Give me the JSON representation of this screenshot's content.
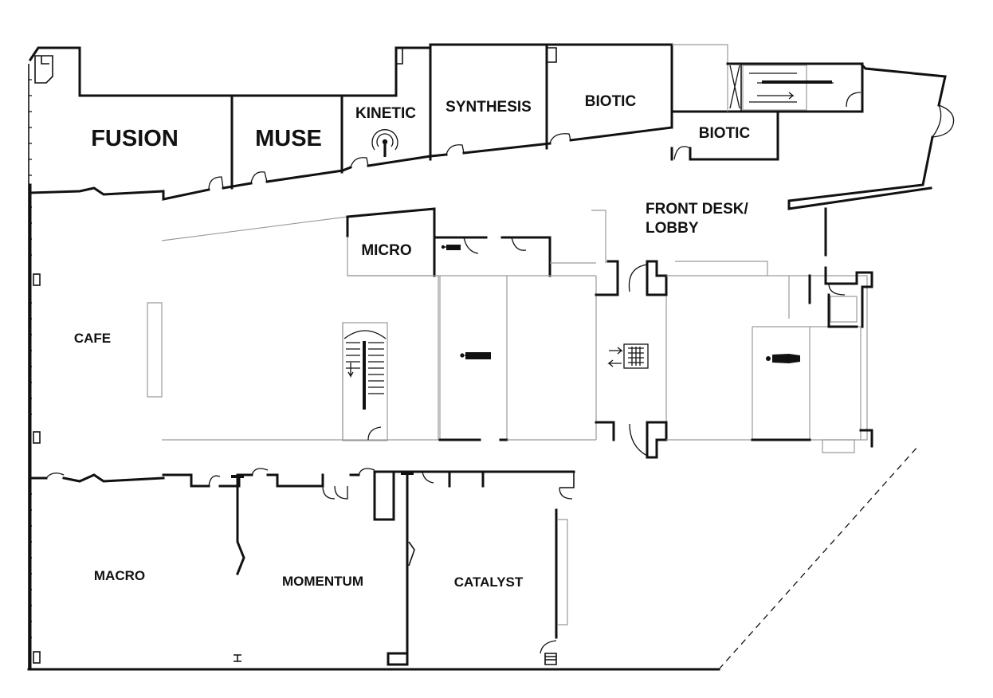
{
  "floorplan": {
    "rooms": {
      "fusion": "FUSION",
      "muse": "MUSE",
      "kinetic": "KINETIC",
      "synthesis": "SYNTHESIS",
      "biotic_upper": "BIOTIC",
      "biotic_lower": "BIOTIC",
      "front_desk_line1": "FRONT DESK/",
      "front_desk_line2": "LOBBY",
      "micro": "MICRO",
      "cafe": "CAFE",
      "macro": "MACRO",
      "momentum": "MOMENTUM",
      "catalyst": "CATALYST"
    },
    "icons": {
      "kinetic_room": "broadcast-icon",
      "restroom_small": "person-icon",
      "restroom_mid": "person-icon",
      "restroom_large": "person-icon",
      "elevator": "elevator-icon",
      "elevator_arrows": "swap-arrows-icon",
      "stairs_center": "stairs-icon",
      "stairs_upper": "stairs-icon"
    },
    "colors": {
      "walls": "#111111",
      "outline": "#9a9a9a",
      "background": "#ffffff"
    }
  }
}
